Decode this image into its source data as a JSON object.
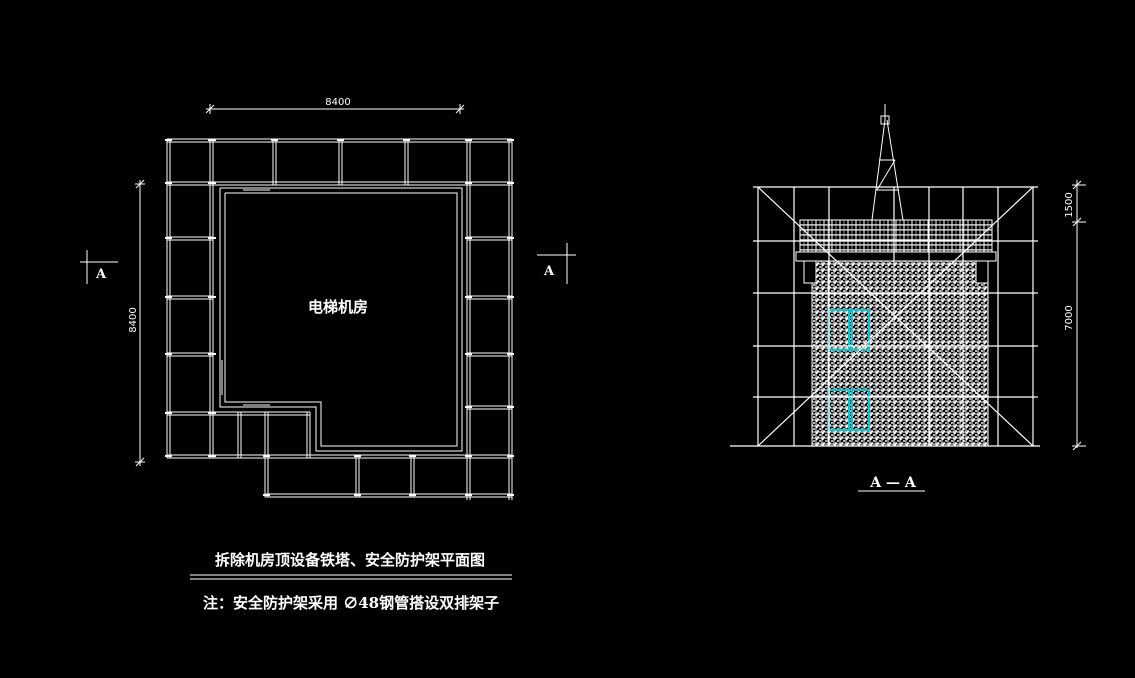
{
  "drawing": {
    "plan_label": "电梯机房",
    "dim_top": "8400",
    "dim_left": "8400",
    "section_mark": "A",
    "section_title": "A — A",
    "dim_roof": "1500",
    "dim_height": "7000",
    "title": "拆除机房顶设备铁塔、安全防护架平面图",
    "note": "注：安全防护架采用 ∅48钢管搭设双排架子"
  },
  "colors": {
    "line": "#ffffff",
    "window": "#00c8d2",
    "background": "#000000"
  }
}
